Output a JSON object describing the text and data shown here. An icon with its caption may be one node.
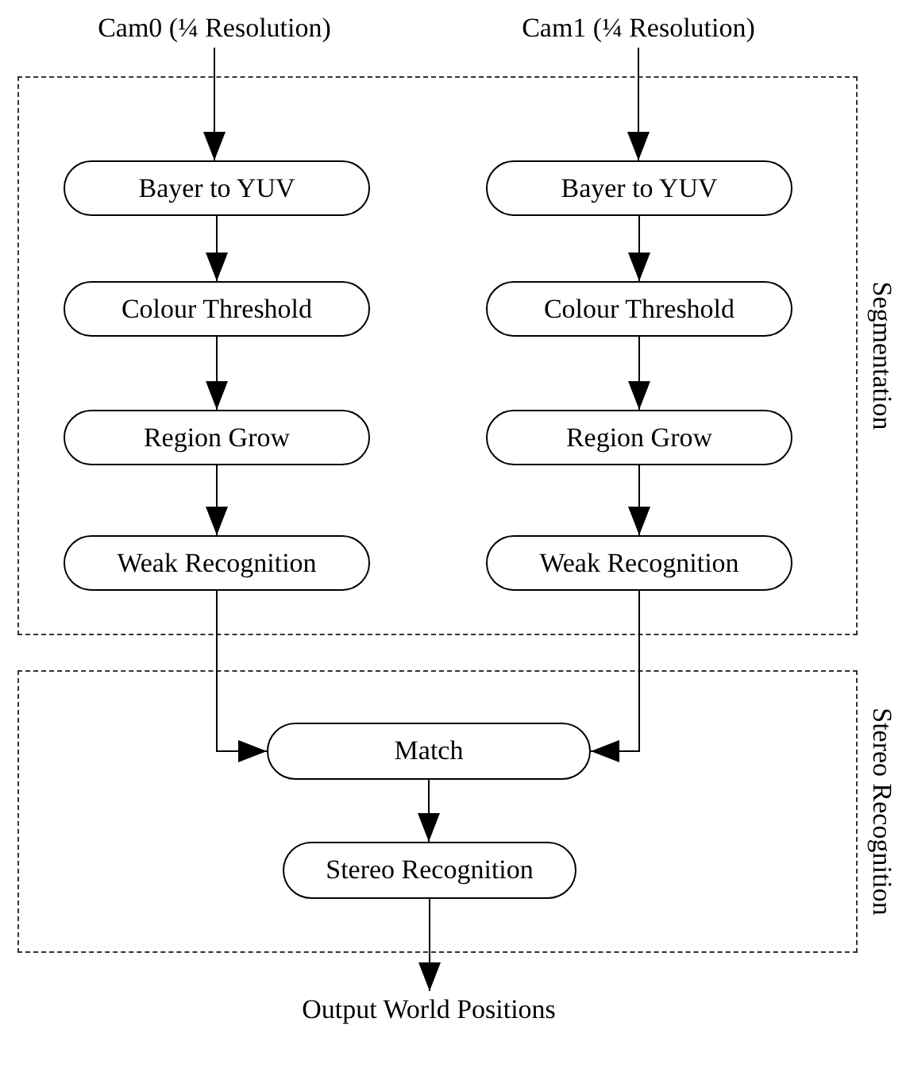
{
  "diagram": {
    "nodes": [
      {
        "text": [
          "Cam0 (¼ Resolution)"
        ]
      },
      {
        "text": [
          "Cam1 (¼ Resolution)"
        ]
      },
      {
        "text": [
          "Segmentation"
        ]
      },
      {
        "text": [
          "Bayer to YUV"
        ],
        "in": 2
      },
      {
        "text": [
          "Bayer to YUV"
        ],
        "in": 2
      },
      {
        "text": [
          "Colour Threshold"
        ],
        "in": 2
      },
      {
        "text": [
          "Colour Threshold"
        ],
        "in": 2
      },
      {
        "text": [
          "Region Grow"
        ],
        "in": 2
      },
      {
        "text": [
          "Region Grow"
        ],
        "in": 2
      },
      {
        "text": [
          "Weak Recognition"
        ],
        "in": 2
      },
      {
        "text": [
          "Weak Recognition"
        ],
        "in": 2
      },
      {
        "text": [
          "Stereo Recognition"
        ]
      },
      {
        "text": [
          "Match"
        ],
        "in": 11
      },
      {
        "text": [
          "Stereo Recognition"
        ],
        "in": 11
      },
      {
        "text": [
          "Output World Positions"
        ]
      }
    ],
    "edges": [
      {
        "from": 0,
        "to": 3,
        "arrow": "to"
      },
      {
        "from": 1,
        "to": 4,
        "arrow": "to"
      },
      {
        "from": 3,
        "to": 5,
        "arrow": "to"
      },
      {
        "from": 4,
        "to": 6,
        "arrow": "to"
      },
      {
        "from": 5,
        "to": 7,
        "arrow": "to"
      },
      {
        "from": 6,
        "to": 8,
        "arrow": "to"
      },
      {
        "from": 7,
        "to": 9,
        "arrow": "to"
      },
      {
        "from": 8,
        "to": 10,
        "arrow": "to"
      },
      {
        "from": 9,
        "to": 12,
        "arrow": "to"
      },
      {
        "from": 10,
        "to": 12,
        "arrow": "to"
      },
      {
        "from": 12,
        "to": 13,
        "arrow": "to"
      },
      {
        "from": 13,
        "to": 14,
        "arrow": "to"
      }
    ]
  }
}
